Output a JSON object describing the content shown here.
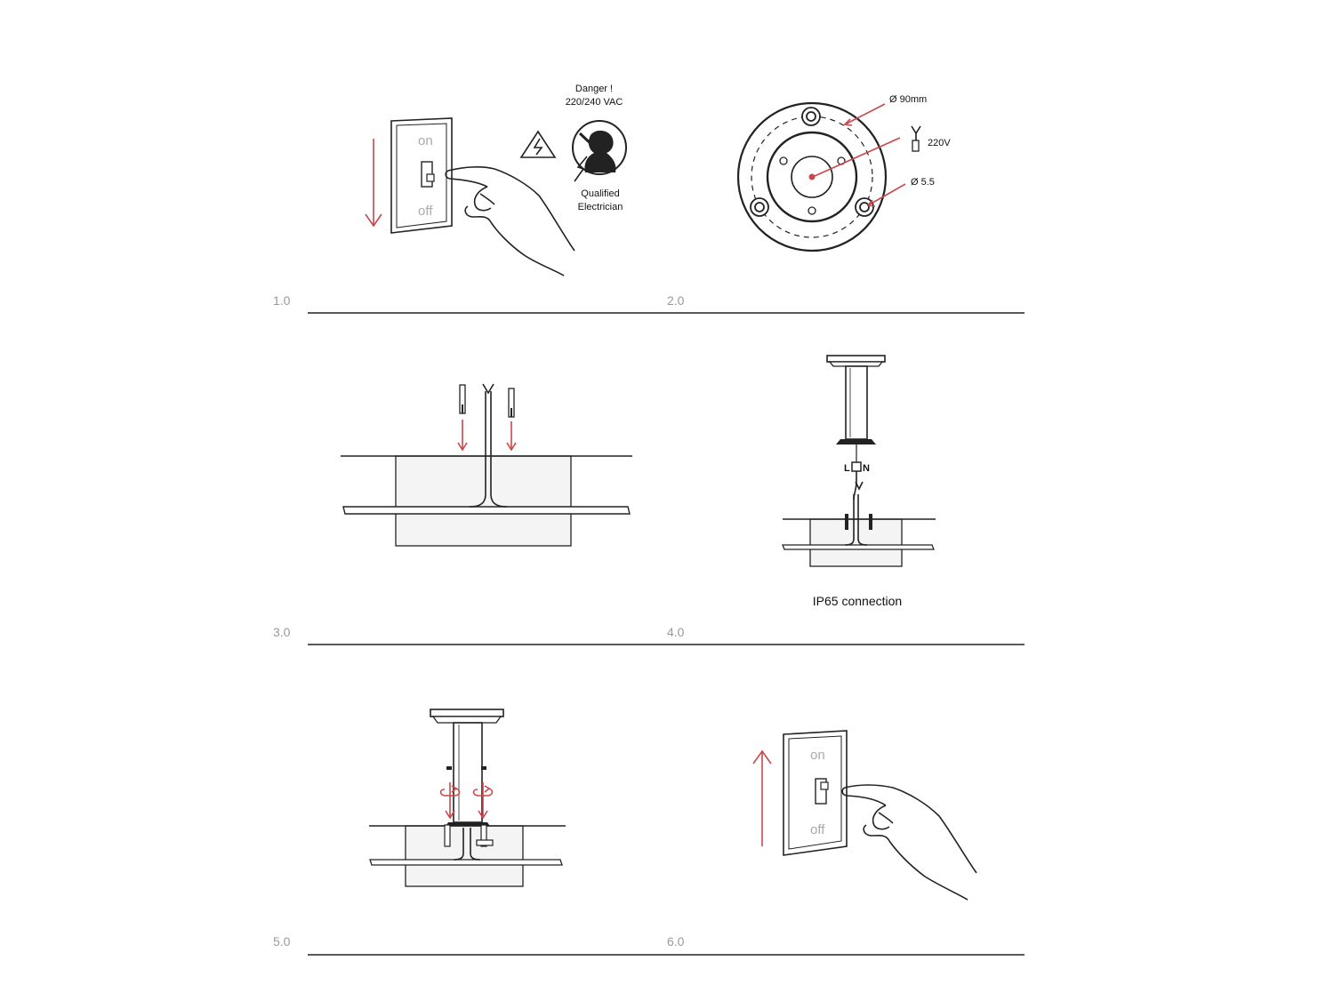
{
  "steps": [
    {
      "number": "1.0"
    },
    {
      "number": "2.0"
    },
    {
      "number": "3.0"
    },
    {
      "number": "4.0"
    },
    {
      "number": "5.0"
    },
    {
      "number": "6.0"
    }
  ],
  "switch": {
    "on_label": "on",
    "off_label": "off"
  },
  "warning": {
    "danger_line1": "Danger !",
    "danger_line2": "220/240 VAC",
    "electrician_line1": "Qualified",
    "electrician_line2": "Electrician"
  },
  "base_plate": {
    "diameter_label": "Ø 90mm",
    "voltage_label": "220V",
    "hole_label": "Ø 5.5"
  },
  "connection": {
    "label": "IP65 connection",
    "terminal_l": "L",
    "terminal_n": "N"
  },
  "colors": {
    "accent": "#c9474a",
    "ink": "#222222",
    "divider": "#222222",
    "step_number": "#999999"
  }
}
